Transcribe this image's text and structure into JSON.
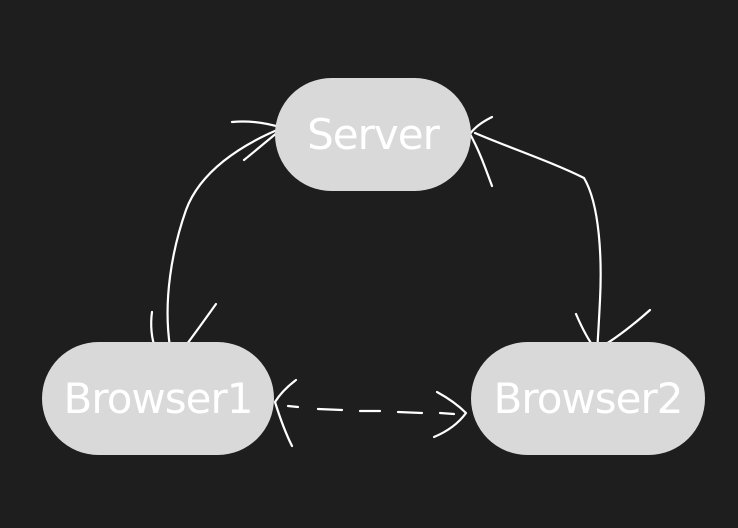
{
  "diagram": {
    "background_color": "#1e1e1e",
    "node_color": "#d9d9d9",
    "text_color": "#ffffff",
    "stroke_color": "#ffffff",
    "nodes": {
      "server": {
        "label": "Server"
      },
      "browser1": {
        "label": "Browser1"
      },
      "browser2": {
        "label": "Browser2"
      }
    },
    "edges": [
      {
        "from": "browser1",
        "to": "server",
        "style": "solid",
        "direction": "both"
      },
      {
        "from": "server",
        "to": "browser2",
        "style": "solid",
        "direction": "both"
      },
      {
        "from": "browser1",
        "to": "browser2",
        "style": "dashed",
        "direction": "both"
      }
    ]
  }
}
